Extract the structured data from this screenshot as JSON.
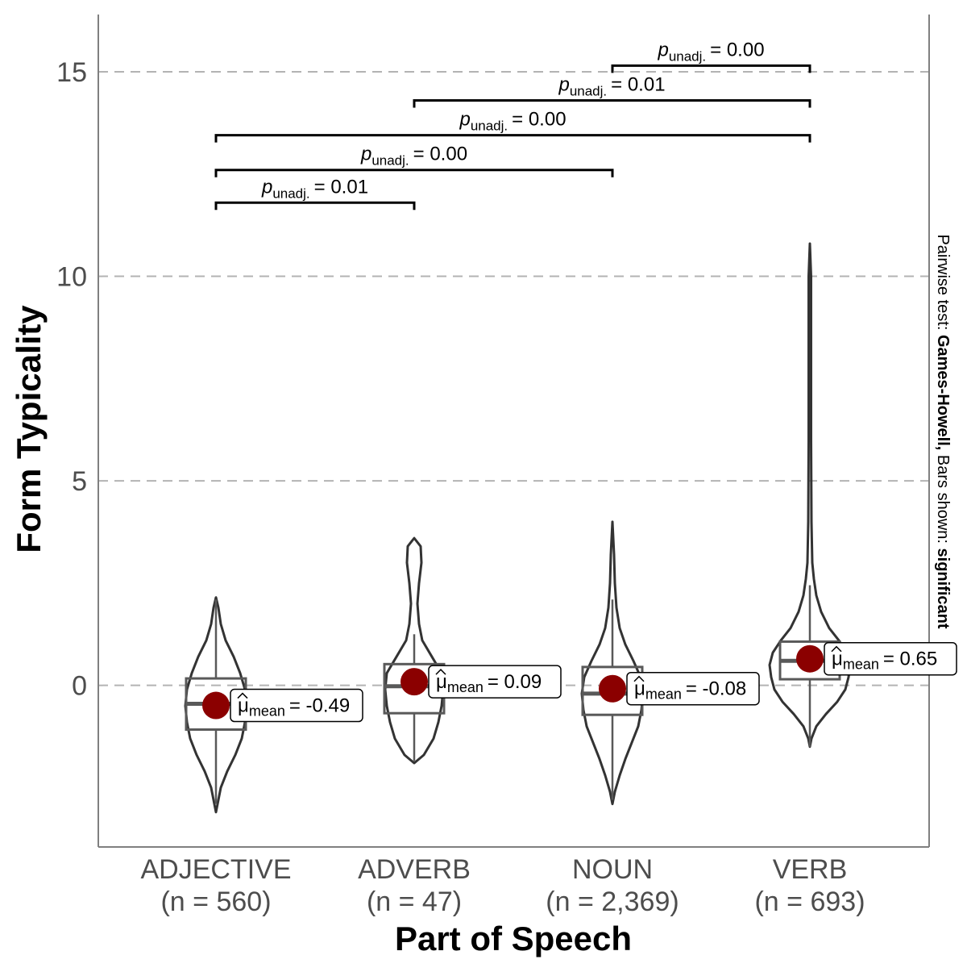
{
  "chart_data": {
    "type": "violin",
    "xlabel": "Part of Speech",
    "ylabel": "Form Typicality",
    "ylim": [
      -3.95,
      16.4
    ],
    "yticks": [
      0,
      5,
      10,
      15
    ],
    "grid": "horizontal-dashed",
    "categories": [
      {
        "name": "ADJECTIVE",
        "n_label": "(n = 560)",
        "mean": -0.49,
        "mean_label": "= -0.49",
        "box": {
          "q1": -1.08,
          "median": -0.45,
          "q3": 0.17,
          "whisker_low": -2.9,
          "whisker_high": 2.1
        },
        "min": -3.1,
        "max": 2.15
      },
      {
        "name": "ADVERB",
        "n_label": "(n = 47)",
        "mean": 0.09,
        "mean_label": "= 0.09",
        "box": {
          "q1": -0.68,
          "median": -0.02,
          "q3": 0.52,
          "whisker_low": -1.85,
          "whisker_high": 1.25
        },
        "min": -1.9,
        "max": 3.6
      },
      {
        "name": "NOUN",
        "n_label": "(n = 2,369)",
        "mean": -0.08,
        "mean_label": "= -0.08",
        "box": {
          "q1": -0.72,
          "median": -0.2,
          "q3": 0.45,
          "whisker_low": -2.8,
          "whisker_high": 2.1
        },
        "min": -2.9,
        "max": 4.0
      },
      {
        "name": "VERB",
        "n_label": "(n = 693)",
        "mean": 0.65,
        "mean_label": "= 0.65",
        "box": {
          "q1": 0.15,
          "median": 0.6,
          "q3": 1.07,
          "whisker_low": -1.5,
          "whisker_high": 2.45
        },
        "min": -1.5,
        "max": 10.8
      }
    ],
    "comparisons": [
      {
        "from": "ADJECTIVE",
        "to": "ADVERB",
        "y": 11.8,
        "label": "= 0.01"
      },
      {
        "from": "ADJECTIVE",
        "to": "NOUN",
        "y": 12.6,
        "label": "= 0.00"
      },
      {
        "from": "ADJECTIVE",
        "to": "VERB",
        "y": 13.45,
        "label": "= 0.00"
      },
      {
        "from": "ADVERB",
        "to": "VERB",
        "y": 14.3,
        "label": "= 0.01"
      },
      {
        "from": "NOUN",
        "to": "VERB",
        "y": 15.15,
        "label": "= 0.00"
      }
    ],
    "p_symbol": "p",
    "p_subscript": "unadj.",
    "mu_symbol": "μ",
    "mu_subscript": "mean",
    "subtitle_parts": {
      "prefix": "Pairwise test: ",
      "test": "Games-Howell,",
      "middle": " Bars shown: ",
      "shown": "significant"
    },
    "colors": {
      "mean_point": "#8b0000",
      "outline": "#333333",
      "box": "#595959",
      "grid": "#b3b3b3",
      "axis": "#808080"
    }
  }
}
